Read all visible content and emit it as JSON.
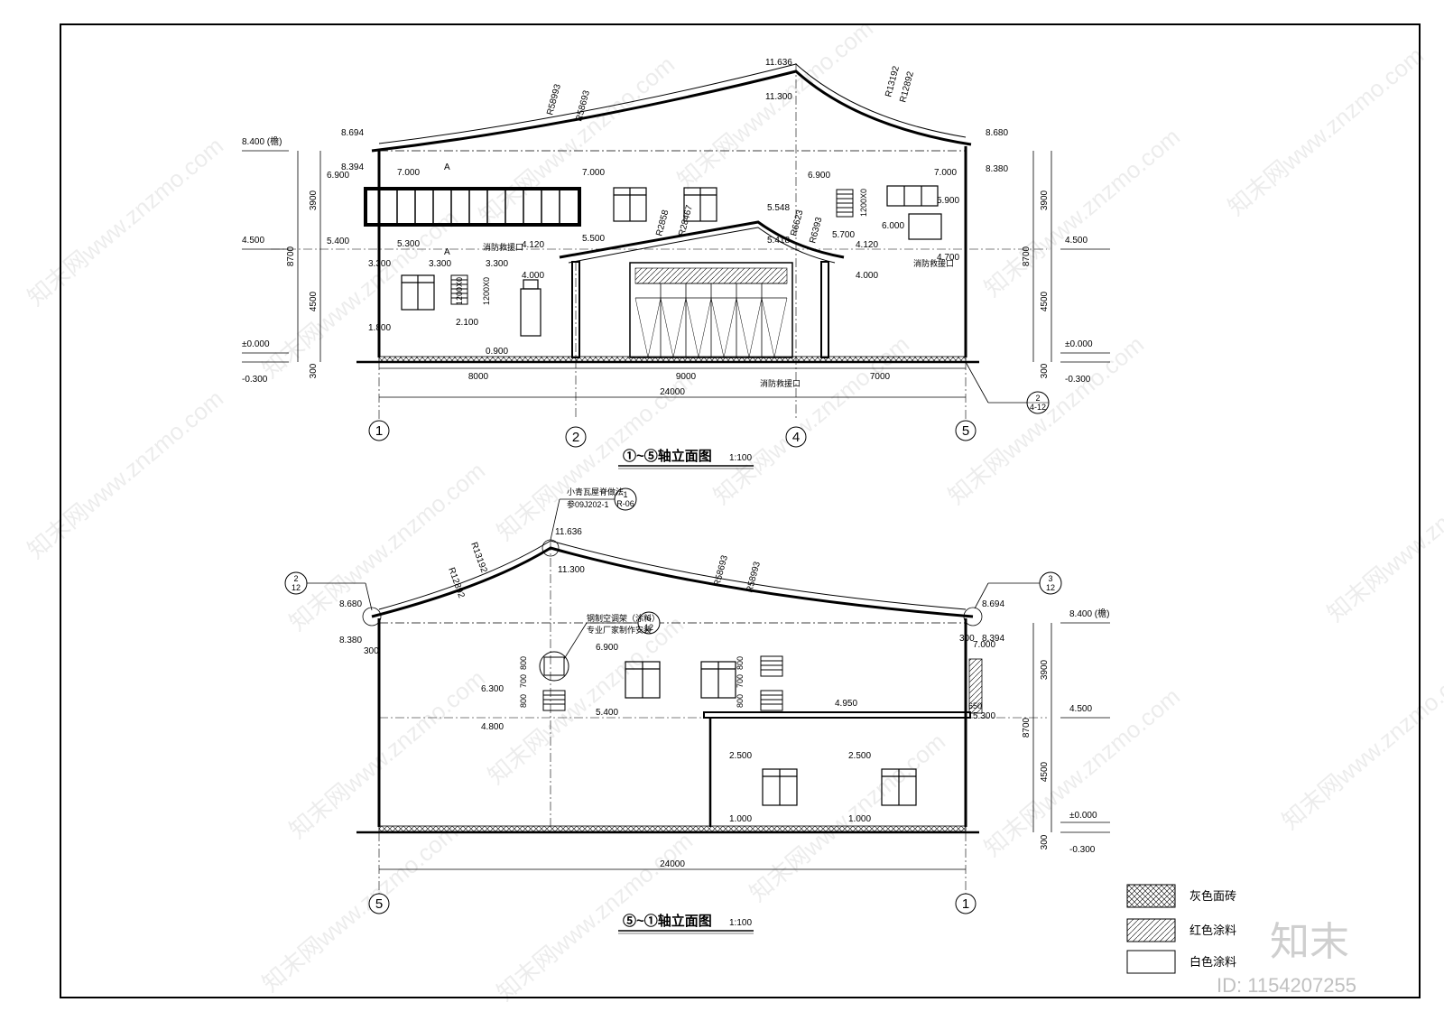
{
  "elevation1": {
    "title": "①~⑤轴立面图",
    "scale": "1:100",
    "axes": [
      "1",
      "2",
      "4",
      "5"
    ],
    "spans": [
      "8000",
      "9000",
      "7000"
    ],
    "total": "24000",
    "levels_left": [
      "8.400 (檐)",
      "4.500",
      "±0.000",
      "-0.300"
    ],
    "levels_right": [
      "4.500",
      "±0.000",
      "-0.300"
    ],
    "dims_left": [
      "3900",
      "8700",
      "4500",
      "300"
    ],
    "dims_right": [
      "3900",
      "8700",
      "4500",
      "300"
    ],
    "ridge": [
      "11.636",
      "11.300"
    ],
    "eave_left": [
      "8.694",
      "8.394"
    ],
    "eave_right": [
      "8.680",
      "8.380"
    ],
    "radii": [
      "R58993",
      "R58693",
      "R13192",
      "R12892",
      "R2858",
      "R28467",
      "R6623",
      "R6393"
    ],
    "marks": [
      "7.000",
      "6.900",
      "5.400",
      "5.300",
      "4.120",
      "3.300",
      "3.300",
      "3.300",
      "4.000",
      "1.800",
      "2.100",
      "0.900",
      "7.000",
      "5.500",
      "5.548",
      "5.418",
      "4.120",
      "4.000",
      "6.900",
      "5.700",
      "6.000",
      "7.000",
      "5.900",
      "4.700",
      "1200X0",
      "1200X0",
      "1200X0"
    ],
    "section": "A",
    "labels": [
      "消防救援口",
      "消防救援口",
      "消防救援口"
    ],
    "detail_ref": [
      "2",
      "4-12"
    ]
  },
  "elevation2": {
    "title": "⑤~①轴立面图",
    "scale": "1:100",
    "axes": [
      "5",
      "1"
    ],
    "total": "24000",
    "levels_right": [
      "8.400 (檐)",
      "4.500",
      "±0.000",
      "-0.300"
    ],
    "dims_right": [
      "3900",
      "8700",
      "4500",
      "300"
    ],
    "ridge": [
      "11.636",
      "11.300"
    ],
    "eave_left": [
      "8.680",
      "8.380"
    ],
    "eave_right": [
      "8.694",
      "8.394"
    ],
    "radii": [
      "R12892",
      "R13192",
      "R58693",
      "R58993"
    ],
    "note_roof": [
      "小青瓦屋脊做法",
      "参09J202-1"
    ],
    "note_grille": [
      "钢制空调架（涂料）",
      "专业厂家制作安装"
    ],
    "marks": [
      "6.900",
      "5.400",
      "6.300",
      "4.800",
      "800",
      "700",
      "800",
      "800",
      "700",
      "800",
      "4.950",
      "650",
      "5.300",
      "7.000",
      "2.500",
      "1.000",
      "2.500",
      "1.000",
      "300",
      "300"
    ],
    "detail_refs": [
      [
        "1",
        "R-06"
      ],
      [
        "6",
        "12"
      ],
      [
        "2",
        "12"
      ],
      [
        "3",
        "12"
      ]
    ]
  },
  "legend": [
    {
      "pattern": "crosshatch",
      "label": "灰色面砖"
    },
    {
      "pattern": "diagonal",
      "label": "红色涂料"
    },
    {
      "pattern": "blank",
      "label": "白色涂料"
    }
  ],
  "brand": "知末",
  "id_text": "ID: 1154207255",
  "watermark": "知末网www.znzmo.com"
}
